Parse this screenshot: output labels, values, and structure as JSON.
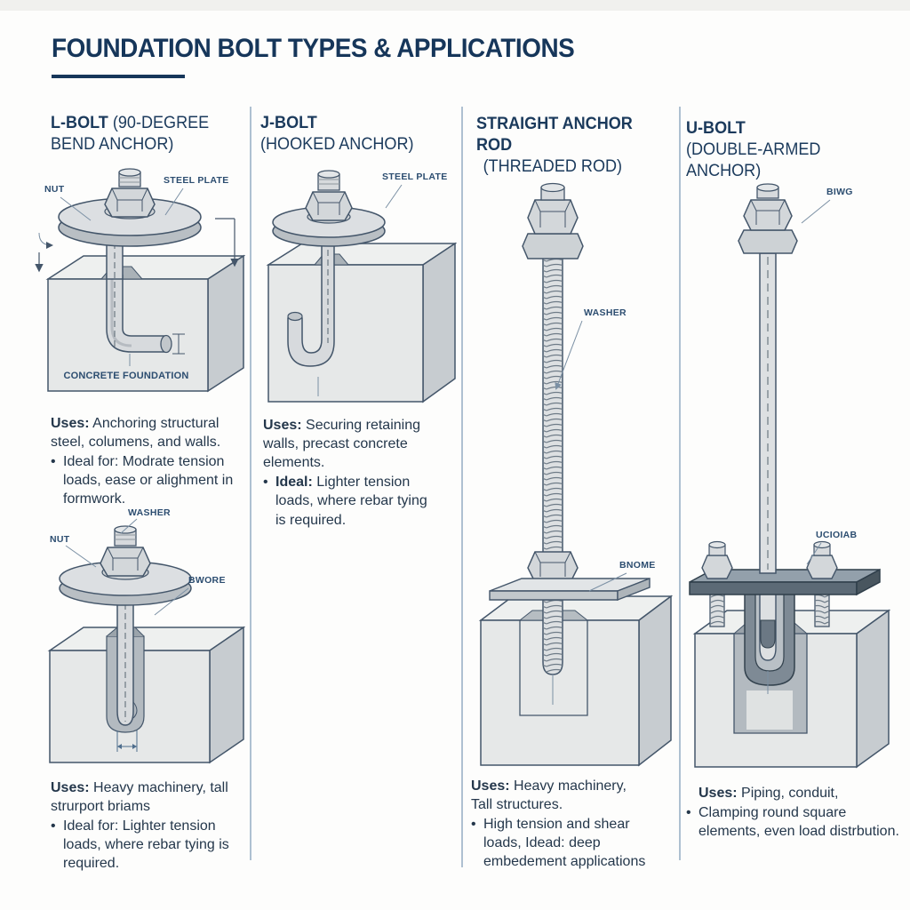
{
  "title": "FOUNDATION BOLT TYPES & APPLICATIONS",
  "colors": {
    "accent_navy": "#16365a",
    "body_text": "#24374b",
    "label_blue": "#2c4d70",
    "divider": "#aec0d1",
    "metal_gray": "#d7dadd",
    "concrete_front": "#e6e8e8",
    "concrete_top": "#eef0ef",
    "concrete_side": "#c7ccd0",
    "dark_plate": "#5c6a76"
  },
  "columns": [
    {
      "name": "L-BOLT",
      "subtitle": "(90-DEGREE BEND ANCHOR)",
      "fig1": {
        "label_nut": "NUT",
        "label_plate": "STEEL PLATE",
        "label_foundation": "CONCRETE FOUNDATION"
      },
      "uses1": {
        "lead": "Uses:",
        "text": "Anchoring structural steel, columens, and walls."
      },
      "ideal1": {
        "bullet": "•",
        "text": "Ideal for: Modrate tension loads, ease or alighment in formwork."
      },
      "fig2": {
        "label_washer": "WASHER",
        "label_nut": "NUT",
        "label_bore": "BWORE"
      },
      "uses2": {
        "lead": "Uses:",
        "text": "Heavy machinery, tall strurport briams"
      },
      "ideal2": {
        "bullet": "•",
        "text": "Ideal for: Lighter tension loads, where rebar tying is required."
      }
    },
    {
      "name": "J-BOLT",
      "subtitle": "(HOOKED ANCHOR)",
      "fig1": {
        "label_plate": "STEEL PLATE"
      },
      "uses1": {
        "lead": "Uses:",
        "text": "Securing retaining walls, precast concrete elements."
      },
      "ideal1": {
        "bullet": "•",
        "lead": "Ideal:",
        "text": "Lighter tension loads, where rebar tying is required."
      }
    },
    {
      "name": "STRAIGHT ANCHOR ROD",
      "subtitle": "(THREADED ROD)",
      "fig1": {
        "label_washer": "WASHER",
        "label_bnome": "BNOME"
      },
      "uses1": {
        "lead": "Uses:",
        "text": "Heavy machinery, Tall structures."
      },
      "ideal1": {
        "bullet": "•",
        "text": "High tension and shear loads, Idead: deep embedement applications"
      }
    },
    {
      "name": "U-BOLT",
      "subtitle": "(DOUBLE-ARMED ANCHOR)",
      "fig1": {
        "label_biwg": "BIWG",
        "label_uciolab": "UCIOIAB"
      },
      "uses1": {
        "lead": "Uses:",
        "text": "Piping, conduit,"
      },
      "ideal1": {
        "bullet": "•",
        "text": "Clamping round square elements, even load distrbution."
      }
    }
  ]
}
